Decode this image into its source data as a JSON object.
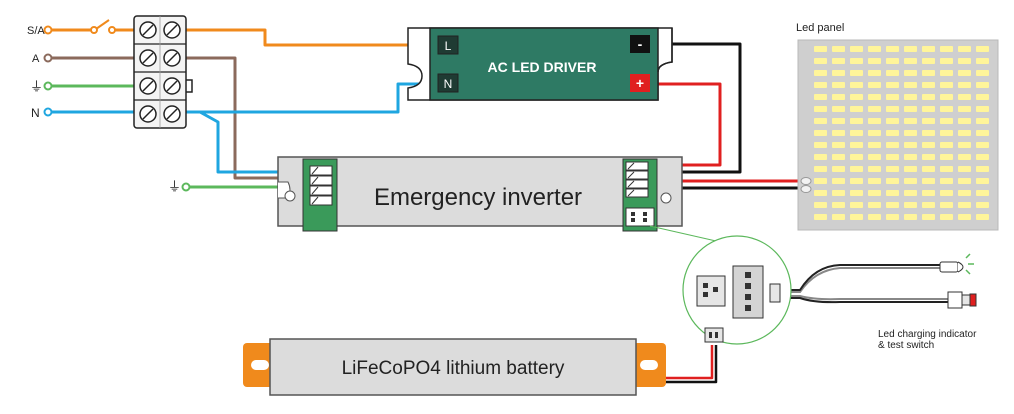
{
  "terminals": [
    {
      "label": "S/A"
    },
    {
      "label": "A"
    },
    {
      "label": "⏚"
    },
    {
      "label": "N"
    }
  ],
  "driver": {
    "title": "AC LED DRIVER",
    "l_label": "L",
    "n_label": "N",
    "minus": "-",
    "plus": "+"
  },
  "inverter": {
    "title": "Emergency inverter",
    "ground_symbol": "⏚"
  },
  "panel": {
    "title": "Led panel"
  },
  "battery": {
    "title": "LiFeCoPO4 lithium battery"
  },
  "indicator": {
    "line1": "Led charging indicator",
    "line2": "& test switch"
  },
  "colors": {
    "live_switched": "#f08a1c",
    "live": "#8b6a5c",
    "earth": "#5cb85c",
    "neutral": "#1fa6e0",
    "driver_body": "#2e7a64",
    "positive": "#e02020",
    "negative": "#111111",
    "inverter_body": "#dcdcdc",
    "terminal_green": "#3a9a5a",
    "battery_orange": "#f08a1c",
    "led_yellow": "#fff59a"
  }
}
